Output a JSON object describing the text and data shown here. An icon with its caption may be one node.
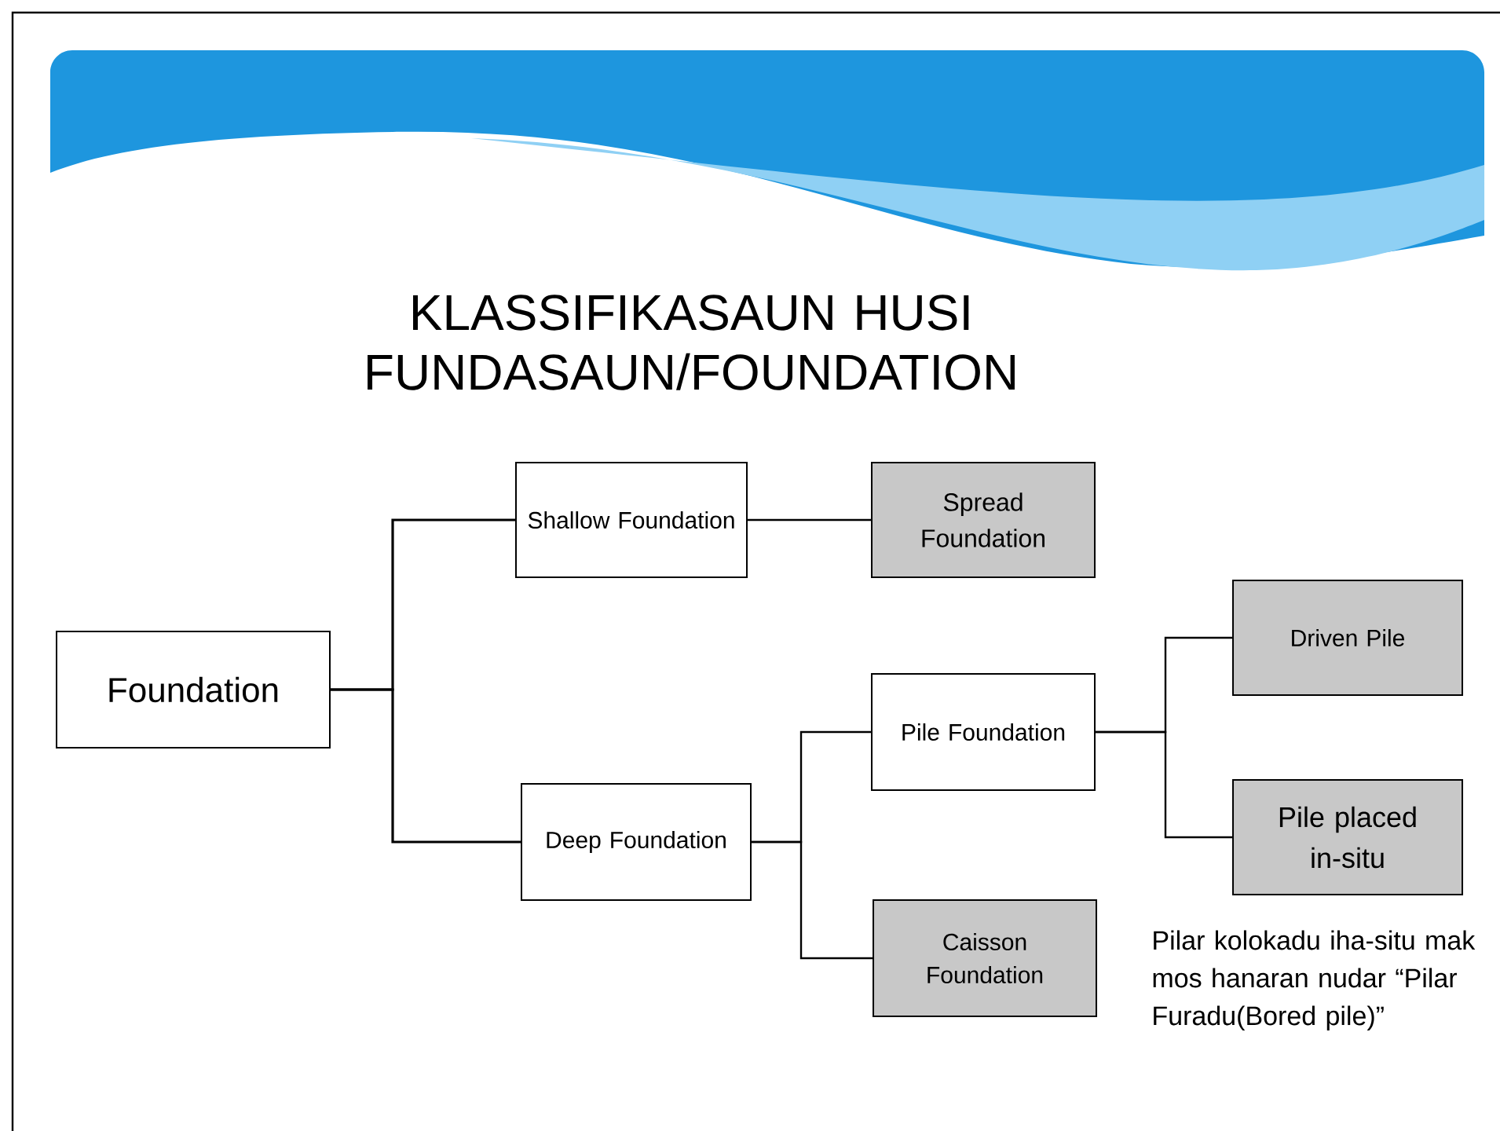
{
  "diagram": {
    "title": "KLASSIFIKASAUN HUSI FUNDASAUN/FOUNDATION",
    "nodes": [
      {
        "text": [
          "Foundation"
        ]
      },
      {
        "text": [
          "Shallow Foundation"
        ]
      },
      {
        "text": [
          "Spread Foundation"
        ]
      },
      {
        "text": [
          "Deep Foundation"
        ]
      },
      {
        "text": [
          "Pile Foundation"
        ]
      },
      {
        "text": [
          "Caisson Foundation"
        ]
      },
      {
        "text": [
          "Driven Pile"
        ]
      },
      {
        "text": [
          "Pile placed in-situ"
        ]
      }
    ],
    "edges": [
      {
        "from": 0,
        "to": 1,
        "arrow": "none"
      },
      {
        "from": 0,
        "to": 3,
        "arrow": "none"
      },
      {
        "from": 1,
        "to": 2,
        "arrow": "none"
      },
      {
        "from": 3,
        "to": 4,
        "arrow": "none"
      },
      {
        "from": 3,
        "to": 5,
        "arrow": "none"
      },
      {
        "from": 4,
        "to": 6,
        "arrow": "none"
      },
      {
        "from": 4,
        "to": 7,
        "arrow": "none"
      }
    ],
    "labels": [
      "Pilar kolokadu iha-situ mak mos hanaran nudar “Pilar Furadu(Bored pile)”"
    ]
  }
}
